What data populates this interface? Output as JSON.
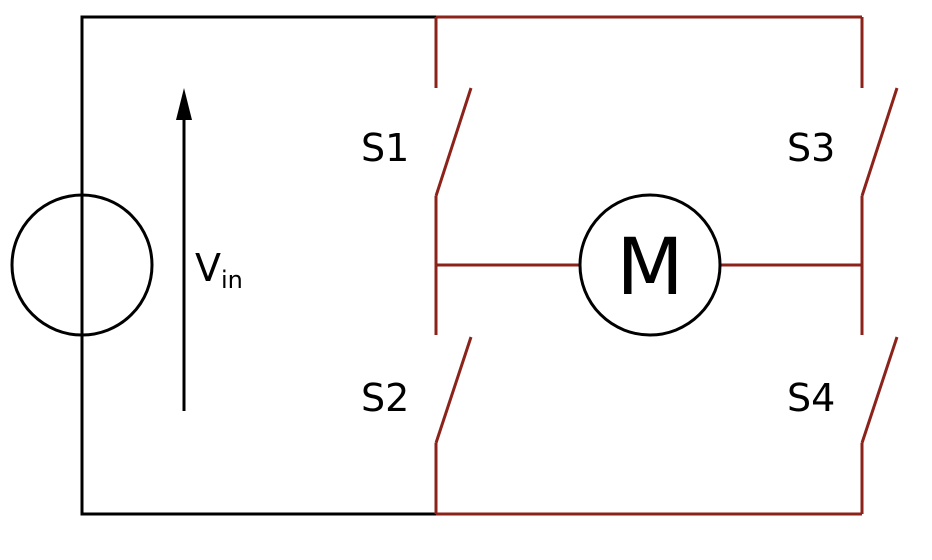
{
  "labels": {
    "vin_main": "V",
    "vin_sub": "in",
    "s1": "S1",
    "s2": "S2",
    "s3": "S3",
    "s4": "S4",
    "motor": "M"
  },
  "colors": {
    "bridge_wire": "#8b231b",
    "source_wire": "#000000",
    "background": "#ffffff"
  }
}
